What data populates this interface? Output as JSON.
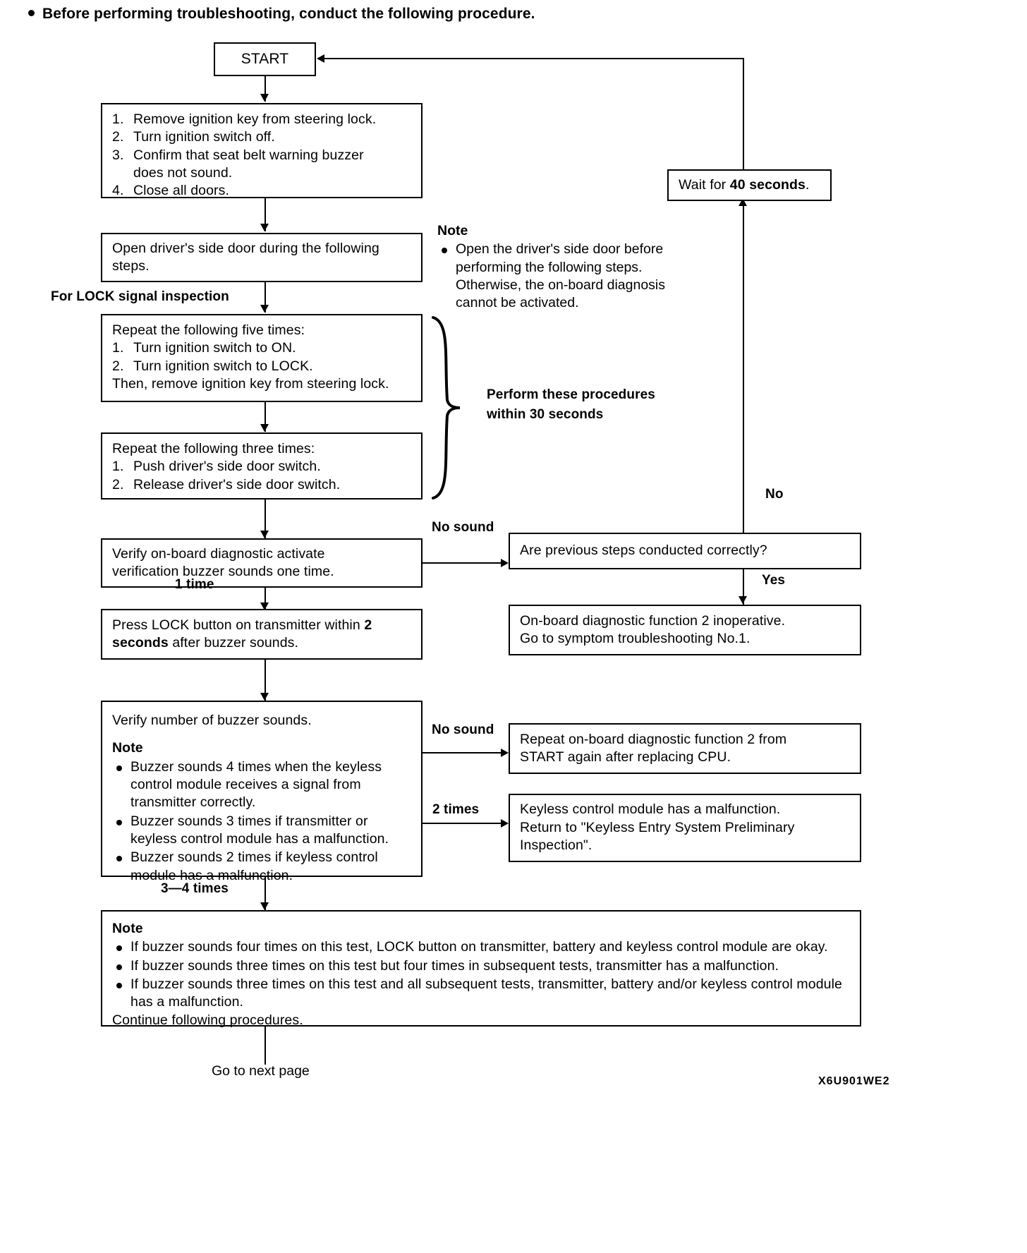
{
  "intro": {
    "text": "Before performing troubleshooting, conduct the following procedure."
  },
  "nodes": {
    "start": {
      "label": "START"
    },
    "prep": {
      "lines": [
        {
          "n": "1.",
          "text": "Remove ignition key from steering lock."
        },
        {
          "n": "2.",
          "text": "Turn ignition switch off."
        },
        {
          "n": "3.",
          "text": "Confirm that seat belt warning buzzer"
        },
        {
          "n": "",
          "text": "does not sound."
        },
        {
          "n": "4.",
          "text": "Close all doors."
        }
      ]
    },
    "open_door": {
      "line1": "Open driver's side door during the following",
      "line2": "steps."
    },
    "repeat_five": {
      "lead": "Repeat the following five times:",
      "items": [
        {
          "n": "1.",
          "text": "Turn ignition switch to ON."
        },
        {
          "n": "2.",
          "text": "Turn ignition switch to LOCK."
        }
      ],
      "tail": "Then, remove ignition key from steering lock."
    },
    "repeat_three": {
      "lead": "Repeat the following three times:",
      "items": [
        {
          "n": "1.",
          "text": "Push driver's side door switch."
        },
        {
          "n": "2.",
          "text": "Release driver's side door switch."
        }
      ]
    },
    "verify_activate": {
      "line1": "Verify on-board diagnostic activate",
      "line2": "verification buzzer sounds one time."
    },
    "press_lock": {
      "pre": "Press LOCK button on transmitter within ",
      "bold1": "2",
      "bold2": "seconds",
      "post": " after buzzer sounds."
    },
    "verify_count": {
      "heading": "Verify number of buzzer sounds.",
      "note_label": "Note",
      "bullets": [
        "Buzzer sounds 4 times when the keyless control module receives a signal from transmitter correctly.",
        "Buzzer sounds 3 times if transmitter or keyless control module has a malfunction.",
        "Buzzer sounds 2 times if keyless control module has a malfunction."
      ]
    },
    "wait40": {
      "pre": "Wait for ",
      "bold": "40 seconds",
      "post": "."
    },
    "prev_steps": {
      "text": "Are previous steps conducted correctly?"
    },
    "inoperative": {
      "line1": "On-board diagnostic function 2 inoperative.",
      "line2": "Go to symptom troubleshooting No.1."
    },
    "repeat_fn2": {
      "line1": "Repeat on-board diagnostic function 2 from",
      "line2": "START again after replacing CPU."
    },
    "keyless_malfunction": {
      "line1": "Keyless control module has a malfunction.",
      "line2": "Return to \"Keyless Entry System Preliminary",
      "line3": "Inspection\"."
    },
    "final_note": {
      "note_label": "Note",
      "bullets": [
        "If buzzer sounds four times on this test, LOCK button on transmitter, battery and keyless control module are okay.",
        "If buzzer sounds three times on this test but four times in subsequent tests, transmitter has a malfunction.",
        "If buzzer sounds three times on this test and all subsequent tests, transmitter, battery and/or keyless control module has a malfunction."
      ],
      "tail": "Continue following procedures."
    }
  },
  "labels": {
    "for_lock_signal": "For LOCK signal inspection",
    "note_heading": "Note",
    "note_bullet": "Open the driver's side door before performing the following steps. Otherwise, the on-board diagnosis cannot be activated.",
    "perform_line1": "Perform these procedures",
    "perform_line2": "within 30 seconds",
    "no_sound_1": "No sound",
    "no_sound_2": "No sound",
    "one_time": "1 time",
    "two_times": "2 times",
    "three_four_times": "3—4 times",
    "no": "No",
    "yes": "Yes",
    "go_next_page": "Go to next page",
    "figure_code": "X6U901WE2"
  }
}
